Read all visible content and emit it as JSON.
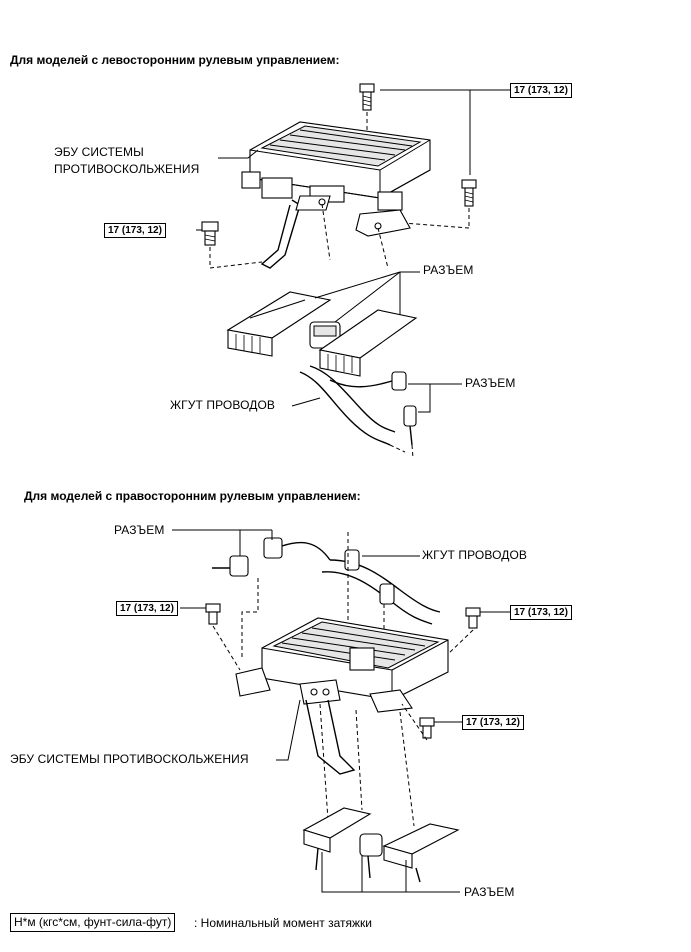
{
  "lhd": {
    "heading": "Для моделей с левосторонним рулевым управлением:",
    "ecu_label_line1": "ЭБУ СИСТЕМЫ",
    "ecu_label_line2": "ПРОТИВОСКОЛЬЖЕНИЯ",
    "torque_top": "17 (173, 12)",
    "torque_left": "17 (173, 12)",
    "connector_upper": "РАЗЪЕМ",
    "connector_lower": "РАЗЪЕМ",
    "harness": "ЖГУТ ПРОВОДОВ"
  },
  "rhd": {
    "heading": "Для моделей с правосторонним рулевым управлением:",
    "connector_top": "РАЗЪЕМ",
    "harness": "ЖГУТ ПРОВОДОВ",
    "torque_left": "17 (173, 12)",
    "torque_right": "17 (173, 12)",
    "torque_mid": "17 (173, 12)",
    "ecu_label": "ЭБУ СИСТЕМЫ ПРОТИВОСКОЛЬЖЕНИЯ",
    "connector_bottom": "РАЗЪЕМ"
  },
  "legend": {
    "box": "Н*м (кгс*см, фунт-сила-фут)",
    "text": ": Номинальный момент затяжки"
  }
}
